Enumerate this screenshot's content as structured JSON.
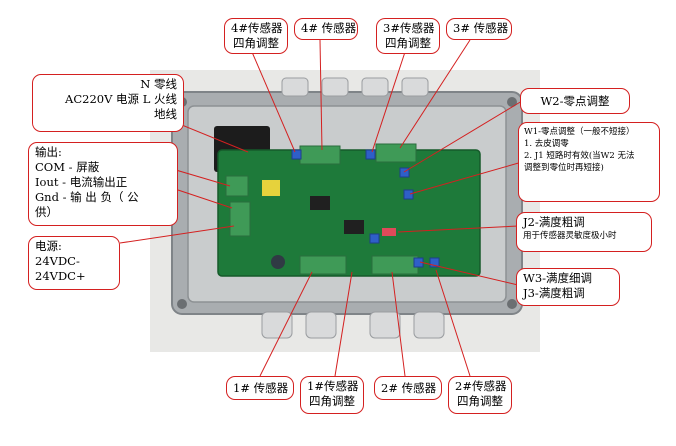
{
  "callouts": {
    "top_4_adj": [
      "4#传感器",
      "四角调整"
    ],
    "top_4_sensor": "4#  传感器",
    "top_3_adj": [
      "3#传感器",
      "四角调整"
    ],
    "top_3_sensor": "3#  传感器",
    "power_ac": [
      "N 零线",
      "AC220V 电源 L 火线",
      "地线"
    ],
    "output": [
      "输出:",
      "COM - 屏蔽",
      "Iout - 电流输出正",
      "Gnd  -  输 出 负（ 公",
      "供）"
    ],
    "power_dc": [
      "电源:",
      "24VDC-",
      "24VDC+"
    ],
    "w2_zero": "W2-零点调整",
    "w1_zero": [
      "W1-零点调整（一般不短接）",
      "1. 去皮调零",
      "2. J1 短路时有效(当W2 无法",
      "调整到零位时再短接)"
    ],
    "j2_coarse": [
      "J2-满度粗调",
      "用于传感器灵敏度极小时"
    ],
    "w3_j3": [
      "W3-满度细调",
      "J3-满度粗调"
    ],
    "bottom_1_sensor": "1#  传感器",
    "bottom_1_adj": [
      "1#传感器",
      "四角调整"
    ],
    "bottom_2_sensor": "2#  传感器",
    "bottom_2_adj": [
      "2#传感器",
      "四角调整"
    ]
  },
  "colors": {
    "callout_border": "#d42020",
    "leader_line": "#d42020",
    "pcb_green": "#1e7a3a",
    "enclosure_metal": "#a9adb0",
    "terminal_green": "#3f9a57",
    "trimpot_blue": "#2f5fc8"
  }
}
